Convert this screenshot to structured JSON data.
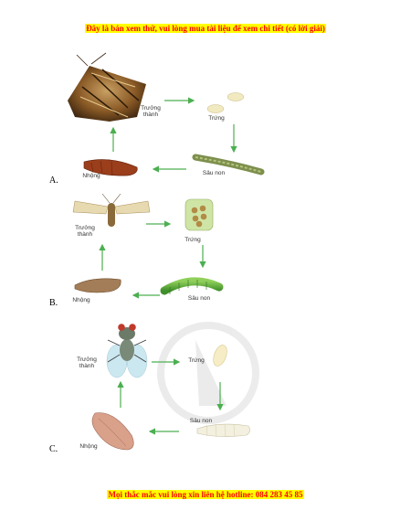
{
  "banner_top": "Đây là bản xem thử, vui lòng mua tài liệu để xem chi tiết (có lời giải)",
  "banner_bottom": "Mọi thắc mắc vui lòng xin liên hệ hotline: 084 283 45 85",
  "options": [
    {
      "letter": "A.",
      "adult": "Trưởng thành",
      "egg": "Trứng",
      "larva": "Sâu non",
      "pupa": "Nhộng"
    },
    {
      "letter": "B.",
      "adult": "Trưởng thành",
      "egg": "Trứng",
      "larva": "Sâu non",
      "pupa": "Nhộng"
    },
    {
      "letter": "C.",
      "adult": "Trưởng thành",
      "egg": "Trứng",
      "larva": "Sâu non",
      "pupa": "Nhộng"
    }
  ]
}
